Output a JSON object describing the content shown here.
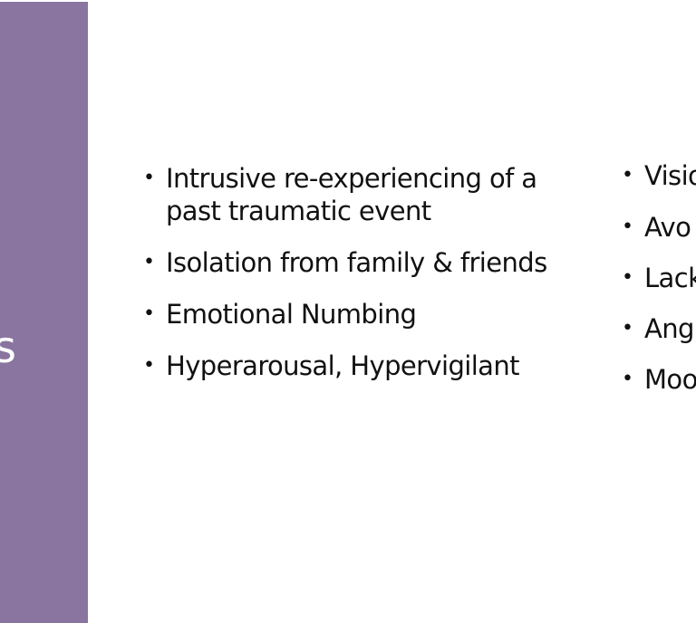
{
  "colors": {
    "panel": "#8a75a1",
    "text": "#111111"
  },
  "sidebar": {
    "title_fragment": "s"
  },
  "bullet_symbol": "•",
  "left_column": {
    "items": [
      "Intrusive re-experiencing of a past traumatic event",
      "Isolation from family & friends",
      "Emotional Numbing",
      "Hyperarousal, Hypervigilant"
    ]
  },
  "right_column": {
    "items": [
      "Visio nigh",
      "Avo",
      "Lack",
      "Ang",
      "Moo"
    ]
  }
}
